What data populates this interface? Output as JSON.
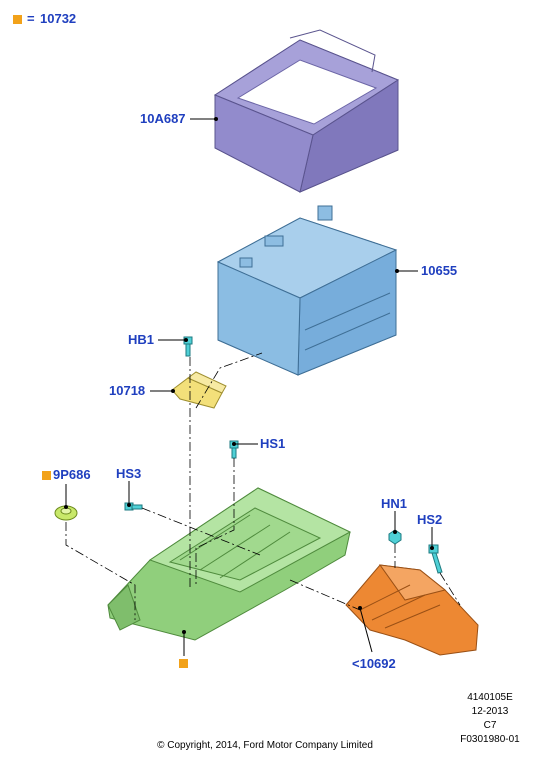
{
  "legend": {
    "code": "10732",
    "prefix": "="
  },
  "parts": {
    "cover": "10A687",
    "battery": "10655",
    "hb1": "HB1",
    "clamp": "10718",
    "hs1": "HS1",
    "hs3": "HS3",
    "plug": "9P686",
    "hn1": "HN1",
    "hs2": "HS2",
    "bracket": "<10692"
  },
  "footer": {
    "copyright": "© Copyright, 2014, Ford Motor Company Limited",
    "ref": "4140105E",
    "date": "12-2013",
    "rev": "C7",
    "code": "F0301980-01"
  },
  "colors": {
    "cover": "#8c85c4",
    "battery": "#7fb0d8",
    "tray": "#9ed88c",
    "bracket": "#f08c3c",
    "clamp": "#f3e07a",
    "fastener": "#4fd0d6",
    "plug": "#c8e86a",
    "marker": "#f2a21a",
    "label": "#1f3fbf"
  }
}
